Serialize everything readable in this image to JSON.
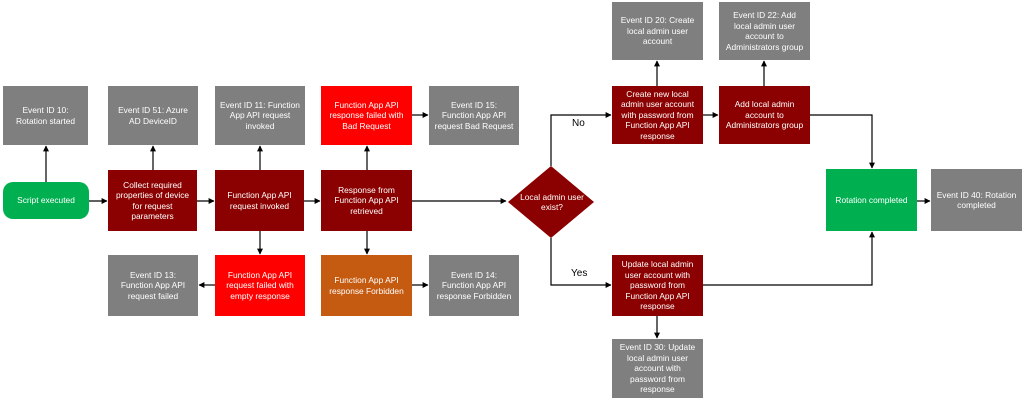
{
  "nodes": {
    "script_executed": "Script executed",
    "event10": "Event ID 10: Rotation started",
    "collect": "Collect required properties of device for request parameters",
    "event51": "Event ID 51: Azure AD DeviceID",
    "invoked": "Function App API request invoked",
    "event11": "Event ID 11: Function App API request invoked",
    "failed_empty": "Function App API request failed with empty response",
    "event13": "Event ID 13: Function App API request failed",
    "retrieved": "Response from Function App API retrieved",
    "bad_request": "Function App API response failed with Bad Request",
    "event15": "Event ID 15: Function App API request Bad Request",
    "forbidden": "Function App API response Forbidden",
    "event14": "Event ID 14: Function App API response Forbidden",
    "decision": "Local admin user exist?",
    "create_new": "Create new local admin user account with password from Function App API response",
    "event20": "Event ID 20: Create local admin user account",
    "add_admin": "Add local admin account to Administrators group",
    "event22": "Event ID 22: Add local admin user account to Administrators group",
    "update": "Update local admin user account with password from Function App API response",
    "event30": "Event ID 30: Update local admin user account with password from response",
    "rotation_completed": "Rotation completed",
    "event40": "Event ID 40: Rotation completed"
  },
  "edge_labels": {
    "no": "No",
    "yes": "Yes"
  },
  "colors": {
    "event_box": "#7f7f7f",
    "process_box": "#8b0000",
    "error_box": "#ff0000",
    "warning_box": "#c55a11",
    "success_box": "#00b050",
    "connector": "#000000"
  }
}
